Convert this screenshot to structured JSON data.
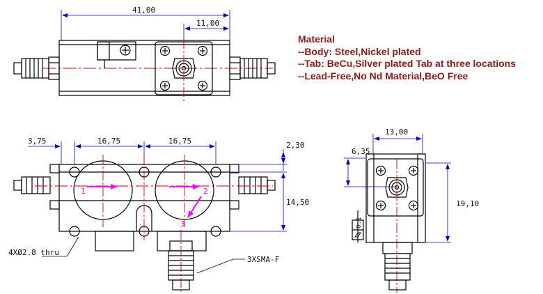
{
  "material": {
    "heading": "Material",
    "lines": [
      "--Body: Steel,Nickel plated",
      "--Tab: BeCu,Silver plated Tab at three locations",
      "--Lead-Free,No Nd Material,BeO Free"
    ]
  },
  "dimensions": {
    "overall_length": "41,00",
    "connector_offset": "11,00",
    "left_hole_offset": "3,75",
    "hole_pitch_1": "16,75",
    "hole_pitch_2": "16,75",
    "tab_height": "2,30",
    "height": "14,50",
    "side_width": "13,00",
    "side_offset": "6,35",
    "side_height": "19,10"
  },
  "callouts": {
    "holes": "4XØ2.8 thru",
    "connectors": "3XSMA-F",
    "flatness": "0.1"
  },
  "ports": [
    "1",
    "2",
    "3"
  ],
  "colors": {
    "line": "#000000",
    "center_line": "#cc0000",
    "dim_line": "#0000cc",
    "arrow": "#ff00ff",
    "material_text": "#8b1a1a"
  }
}
